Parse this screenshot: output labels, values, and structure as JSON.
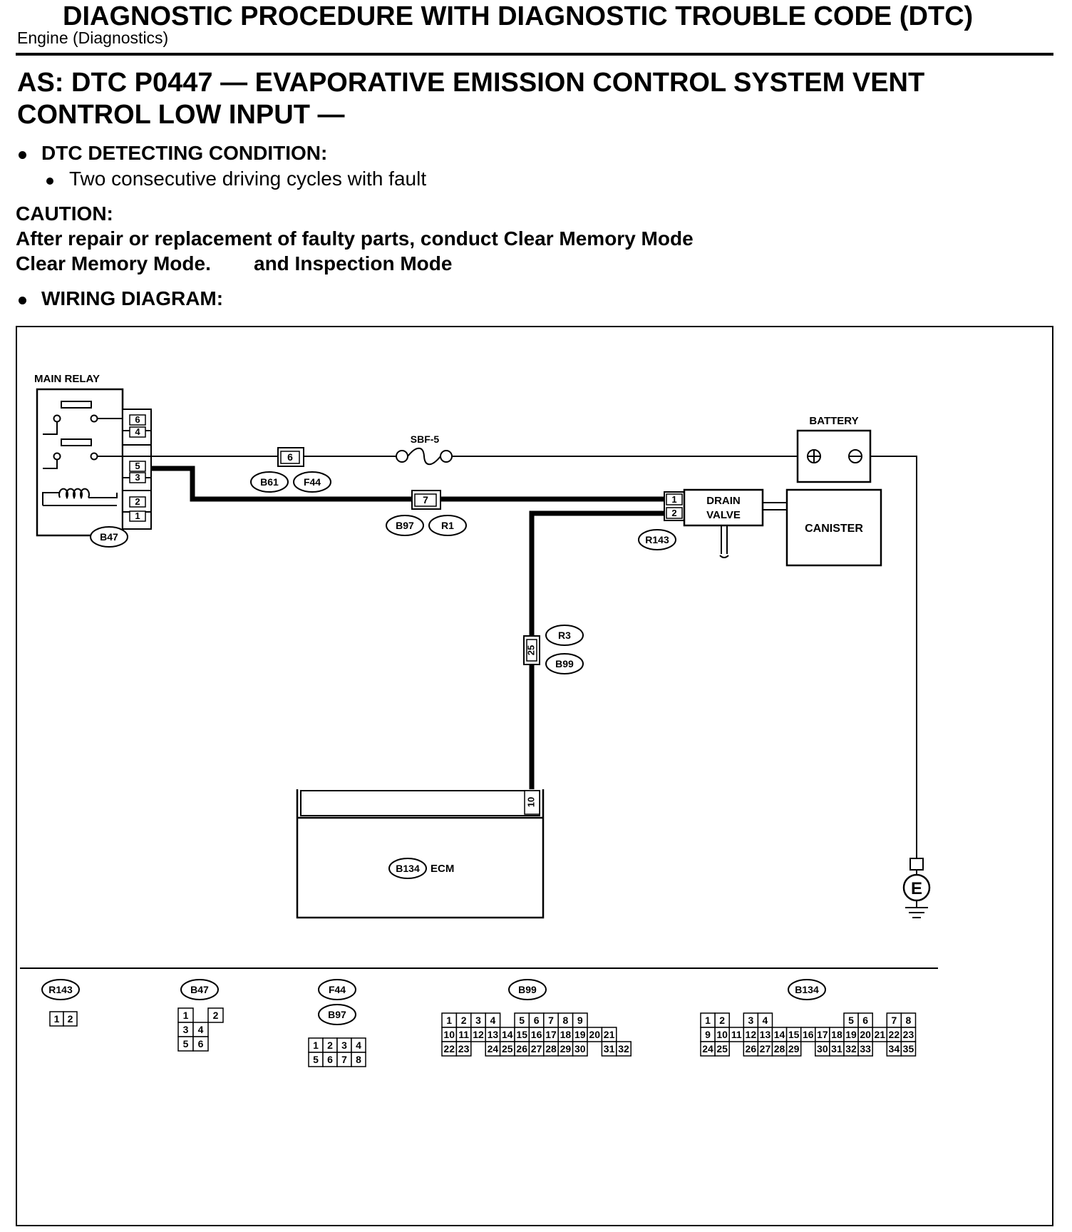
{
  "header": {
    "title": "DIAGNOSTIC PROCEDURE WITH DIAGNOSTIC TROUBLE CODE (DTC)",
    "subtitle": "Engine (Diagnostics)"
  },
  "section": {
    "title": "AS:  DTC P0447 — EVAPORATIVE EMISSION CONTROL SYSTEM VENT CONTROL LOW INPUT —",
    "detecting_label": "DTC DETECTING CONDITION:",
    "detecting_item": "Two consecutive driving cycles with fault",
    "caution_label": "CAUTION:",
    "caution_line1": "After repair or replacement of faulty parts, conduct Clear Memory Mode",
    "caution_line2": "Clear Memory Mode.",
    "caution_line2b": "and Inspection Mode",
    "wiring_label": "WIRING DIAGRAM:"
  },
  "diagram": {
    "main_relay": {
      "label": "MAIN RELAY",
      "connector": "B47",
      "pins": [
        "6",
        "4",
        "5",
        "3",
        "2",
        "1"
      ]
    },
    "battery": "BATTERY",
    "fuse": "SBF-5",
    "joint_b61_pin": "6",
    "joint_b61_f44": [
      "B61",
      "F44"
    ],
    "joint_b97_pin": "7",
    "joint_b97_r1": [
      "B97",
      "R1"
    ],
    "drain_valve": {
      "label_line1": "DRAIN",
      "label_line2": "VALVE",
      "connector": "R143",
      "pins": [
        "1",
        "2"
      ]
    },
    "canister": "CANISTER",
    "joint_r3_pin": "25",
    "joint_r3_b99": [
      "R3",
      "B99"
    ],
    "ecm": {
      "connector": "B134",
      "label": "ECM",
      "pin": "10"
    },
    "ground": "E",
    "connector_views": {
      "r143": {
        "name": "R143",
        "rows": [
          [
            "1",
            "2"
          ]
        ]
      },
      "b47": {
        "name": "B47",
        "rows": [
          [
            "1",
            "",
            "2"
          ],
          [
            "3",
            "4"
          ],
          [
            "5",
            "6"
          ]
        ]
      },
      "f44_b97": {
        "names": [
          "F44",
          "B97"
        ],
        "rows": [
          [
            "1",
            "2",
            "3",
            "4"
          ],
          [
            "5",
            "6",
            "7",
            "8"
          ]
        ]
      },
      "b99": {
        "name": "B99",
        "rows": [
          [
            "1",
            "2",
            "3",
            "4",
            "",
            "5",
            "6",
            "7",
            "8",
            "9"
          ],
          [
            "10",
            "11",
            "12",
            "13",
            "14",
            "15",
            "16",
            "17",
            "18",
            "19",
            "20",
            "21"
          ],
          [
            "22",
            "23",
            "",
            "24",
            "25",
            "26",
            "27",
            "28",
            "29",
            "30",
            "",
            "31",
            "32"
          ]
        ]
      },
      "b134": {
        "name": "B134",
        "rows": [
          [
            "1",
            "2",
            "",
            "3",
            "4",
            "",
            "",
            "",
            "",
            "",
            "5",
            "6",
            "",
            "7",
            "8"
          ],
          [
            "9",
            "10",
            "11",
            "12",
            "13",
            "14",
            "15",
            "16",
            "17",
            "18",
            "19",
            "20",
            "21",
            "22",
            "23"
          ],
          [
            "24",
            "25",
            "",
            "26",
            "27",
            "28",
            "29",
            "",
            "30",
            "31",
            "32",
            "33",
            "",
            "34",
            "35"
          ]
        ]
      }
    }
  }
}
